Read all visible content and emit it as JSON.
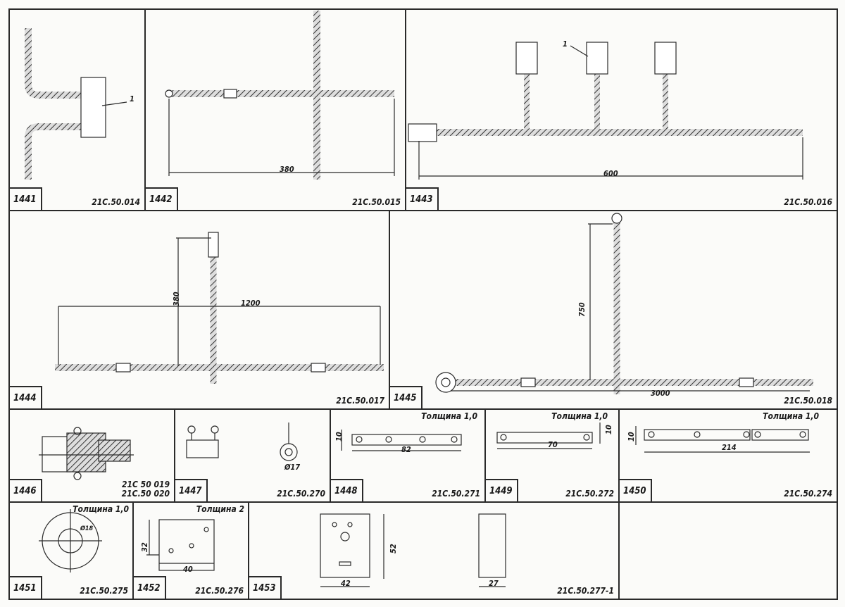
{
  "cells": [
    {
      "num": "1441",
      "code": "21C.50.014",
      "callout": "1"
    },
    {
      "num": "1442",
      "code": "21C.50.015",
      "dims": [
        "380"
      ]
    },
    {
      "num": "1443",
      "code": "21C.50.016",
      "callout": "1",
      "dims": [
        "600"
      ]
    },
    {
      "num": "1444",
      "code": "21C.50.017",
      "dims": [
        "380",
        "1200"
      ]
    },
    {
      "num": "1445",
      "code": "21C.50.018",
      "dims": [
        "750",
        "3000"
      ]
    },
    {
      "num": "1446",
      "code": "21C 50 019",
      "code2": "21C.50 020"
    },
    {
      "num": "1447",
      "code": "21C.50.270",
      "dims": [
        "Ø17"
      ]
    },
    {
      "num": "1448",
      "code": "21C.50.271",
      "note": "Толщина 1,0",
      "dims": [
        "10",
        "82"
      ]
    },
    {
      "num": "1449",
      "code": "21C.50.272",
      "note": "Толщина 1,0",
      "dims": [
        "10",
        "70"
      ]
    },
    {
      "num": "1450",
      "code": "21C.50.274",
      "note": "Толщина 1,0",
      "dims": [
        "10",
        "214"
      ]
    },
    {
      "num": "1451",
      "code": "21C.50.275",
      "note": "Толщина 1,0",
      "dims": [
        "Ø18"
      ]
    },
    {
      "num": "1452",
      "code": "21C.50.276",
      "note": "Толщина 2",
      "dims": [
        "32",
        "40"
      ]
    },
    {
      "num": "1453",
      "code": "21C.50.277-1",
      "dims": [
        "52",
        "42",
        "27"
      ]
    }
  ]
}
